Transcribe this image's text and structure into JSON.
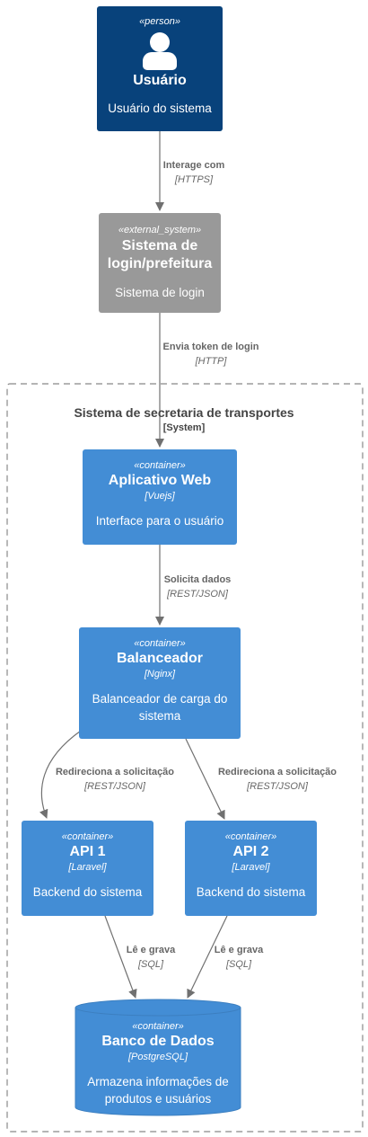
{
  "colors": {
    "person": "#08427b",
    "external": "#999999",
    "container": "#438dd5",
    "edge": "#707070",
    "boundary": "#888888"
  },
  "nodes": {
    "usuario": {
      "stereotype": "«person»",
      "name": "Usuário",
      "description": "Usuário do sistema",
      "icon": "person-icon"
    },
    "login": {
      "stereotype": "«external_system»",
      "name": "Sistema de login/prefeitura",
      "description": "Sistema de login"
    },
    "web": {
      "stereotype": "«container»",
      "name": "Aplicativo Web",
      "tech": "[Vuejs]",
      "description": "Interface para o usuário"
    },
    "balanceador": {
      "stereotype": "«container»",
      "name": "Balanceador",
      "tech": "[Nginx]",
      "description": "Balanceador de carga do sistema"
    },
    "api1": {
      "stereotype": "«container»",
      "name": "API 1",
      "tech": "[Laravel]",
      "description": "Backend do sistema"
    },
    "api2": {
      "stereotype": "«container»",
      "name": "API 2",
      "tech": "[Laravel]",
      "description": "Backend do sistema"
    },
    "db": {
      "stereotype": "«container»",
      "name": "Banco de Dados",
      "tech": "[PostgreSQL]",
      "description": "Armazena informações de produtos e usuários"
    }
  },
  "boundary": {
    "title": "Sistema de secretaria de transportes",
    "type": "[System]"
  },
  "edges": {
    "e1": {
      "label": "Interage com",
      "protocol": "[HTTPS]"
    },
    "e2": {
      "label": "Envia token de login",
      "protocol": "[HTTP]"
    },
    "e3": {
      "label": "Solicita dados",
      "protocol": "[REST/JSON]"
    },
    "e4": {
      "label": "Redireciona a solicitação",
      "protocol": "[REST/JSON]"
    },
    "e5": {
      "label": "Redireciona a solicitação",
      "protocol": "[REST/JSON]"
    },
    "e6": {
      "label": "Lê e grava",
      "protocol": "[SQL]"
    },
    "e7": {
      "label": "Lê e grava",
      "protocol": "[SQL]"
    }
  }
}
